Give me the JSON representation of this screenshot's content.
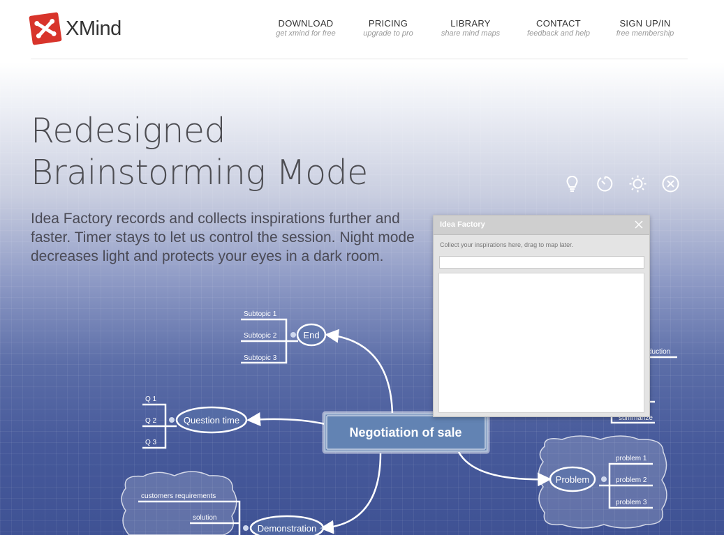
{
  "brand": {
    "name": "XMind",
    "color": "#d8342b"
  },
  "nav": [
    {
      "label": "DOWNLOAD",
      "sub": "get xmind for free"
    },
    {
      "label": "PRICING",
      "sub": "upgrade to pro"
    },
    {
      "label": "LIBRARY",
      "sub": "share mind maps"
    },
    {
      "label": "CONTACT",
      "sub": "feedback and help"
    },
    {
      "label": "SIGN UP/IN",
      "sub": "free membership"
    }
  ],
  "hero": {
    "title_line1": "Redesigned",
    "title_line2": "Brainstorming Mode",
    "description": "Idea Factory records and collects inspirations further and faster. Timer stays to let us control the session. Night mode decreases light and protects your eyes in a dark room."
  },
  "toolbar": {
    "icons": [
      "lightbulb-icon",
      "timer-icon",
      "brightness-icon",
      "close-circle-icon"
    ]
  },
  "idea_factory": {
    "title": "Idea Factory",
    "hint": "Collect your inspirations here, drag to map later.",
    "input_value": "",
    "input_placeholder": ""
  },
  "mindmap": {
    "central": "Negotiation of sale",
    "end": {
      "label": "End",
      "subtopics": [
        "Subtopic 1",
        "Subtopic 2",
        "Subtopic 3"
      ]
    },
    "question_time": {
      "label": "Question time",
      "subtopics": [
        "Q 1",
        "Q 2",
        "Q 3"
      ]
    },
    "demonstration": {
      "label": "Demonstration",
      "subtopics": [
        "customers requirements",
        "solution"
      ]
    },
    "problem": {
      "label": "Problem",
      "subtopics": [
        "problem 1",
        "problem 2",
        "problem 3"
      ]
    },
    "introduction": {
      "partial_labels": [
        "duction",
        "summarize"
      ]
    }
  },
  "colors": {
    "text_dark": "#4d4d52",
    "nav_sub": "#9a9a9a",
    "central_fill": "#5f7fb0",
    "map_line": "#ffffff"
  }
}
